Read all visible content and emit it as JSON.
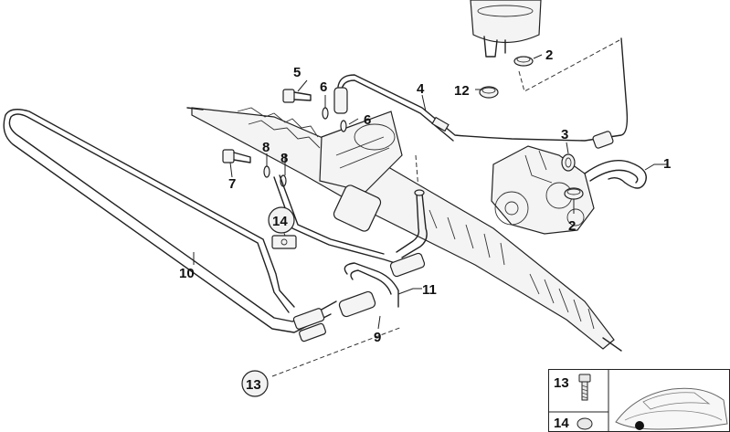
{
  "diagram": {
    "callouts": {
      "c1": "1",
      "c2a": "2",
      "c2b": "2",
      "c3": "3",
      "c4": "4",
      "c5": "5",
      "c6a": "6",
      "c6b": "6",
      "c7": "7",
      "c8a": "8",
      "c8b": "8",
      "c9": "9",
      "c10": "10",
      "c11": "11",
      "c12": "12",
      "c13": "13",
      "c14": "14"
    }
  },
  "legend": {
    "item13": "13",
    "item14": "14"
  }
}
